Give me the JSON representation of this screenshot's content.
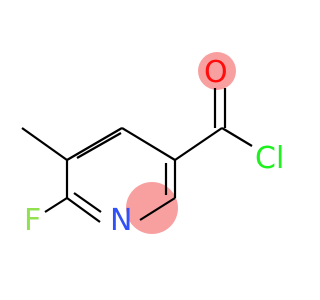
{
  "molecule": {
    "atoms": {
      "oxygen": {
        "symbol": "O",
        "color": "#ff0d0d",
        "highlight": "#f8a0a0"
      },
      "chlorine": {
        "symbol": "Cl",
        "color": "#1ff01f"
      },
      "fluorine": {
        "symbol": "F",
        "color": "#90e050"
      },
      "nitrogen": {
        "symbol": "N",
        "color": "#3050f8",
        "highlight": "#f8a0a0"
      }
    },
    "bond_color": "#000000"
  }
}
